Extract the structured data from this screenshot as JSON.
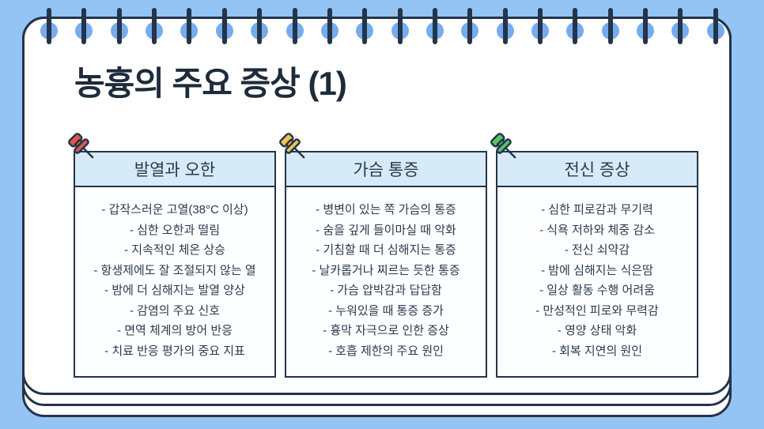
{
  "slide": {
    "title": "농흉의 주요 증상 (1)"
  },
  "colors": {
    "background_blue": "#93c4f4",
    "ring_blue": "#76aced",
    "navy": "#24344a",
    "header_fill": "#d6eaf7",
    "text": "#2b3a4d",
    "pin_red": "#e2574d",
    "pin_yellow": "#f0c54b",
    "pin_green": "#52c663"
  },
  "cards": [
    {
      "pin": "red-pushpin-icon",
      "pin_color": "#e2574d",
      "header": "발열과 오한",
      "items": [
        "- 갑작스러운 고열(38°C 이상)",
        "- 심한 오한과 떨림",
        "- 지속적인 체온 상승",
        "- 항생제에도 잘 조절되지 않는 열",
        "- 밤에 더 심해지는 발열 양상",
        "- 감염의 주요 신호",
        "- 면역 체계의 방어 반응",
        "- 치료 반응 평가의 중요 지표"
      ]
    },
    {
      "pin": "yellow-pushpin-icon",
      "pin_color": "#f0c54b",
      "header": "가슴 통증",
      "items": [
        "- 병변이 있는 쪽 가슴의 통증",
        "- 숨을 깊게 들이마실 때 악화",
        "- 기침할 때 더 심해지는 통증",
        "- 날카롭거나 찌르는 듯한 통증",
        "- 가슴 압박감과 답답함",
        "- 누워있을 때 통증 증가",
        "- 흉막 자극으로 인한 증상",
        "- 호흡 제한의 주요 원인"
      ]
    },
    {
      "pin": "green-pushpin-icon",
      "pin_color": "#52c663",
      "header": "전신 증상",
      "items": [
        "- 심한 피로감과 무기력",
        "- 식욕 저하와 체중 감소",
        "- 전신 쇠약감",
        "- 밤에 심해지는 식은땀",
        "- 일상 활동 수행 어려움",
        "- 만성적인 피로와 무력감",
        "- 영양 상태 악화",
        "- 회복 지연의 원인"
      ]
    }
  ]
}
